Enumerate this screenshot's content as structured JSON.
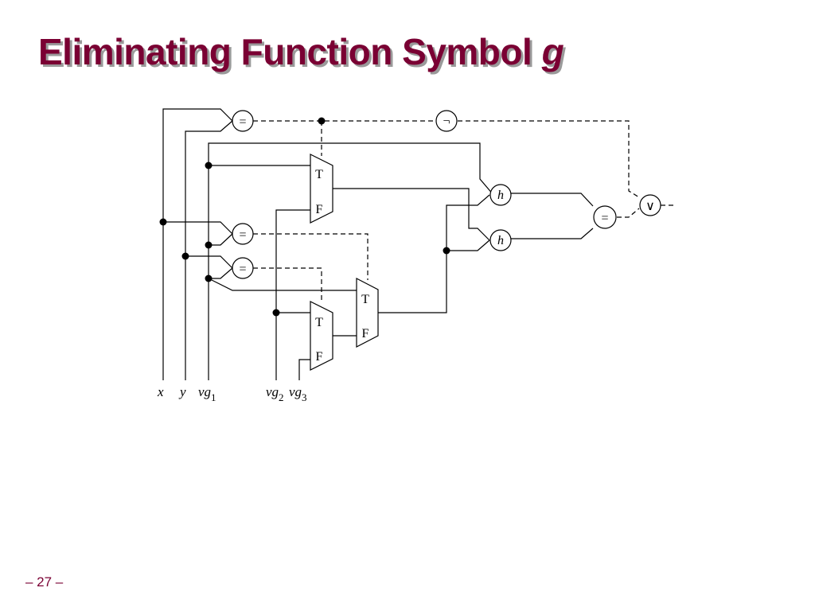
{
  "slide": {
    "title_text": "Eliminating Function Symbol ",
    "title_var": "g",
    "page_number": "– 27 –"
  },
  "diagram": {
    "inputs": {
      "x": "x",
      "y": "y",
      "vg1_base": "vg",
      "vg1_sub": "1",
      "vg2_base": "vg",
      "vg2_sub": "2",
      "vg3_base": "vg",
      "vg3_sub": "3"
    },
    "gate_labels": {
      "eq": "=",
      "not": "¬",
      "or": "∨",
      "h": "h",
      "mux_t": "T",
      "mux_f": "F"
    }
  }
}
